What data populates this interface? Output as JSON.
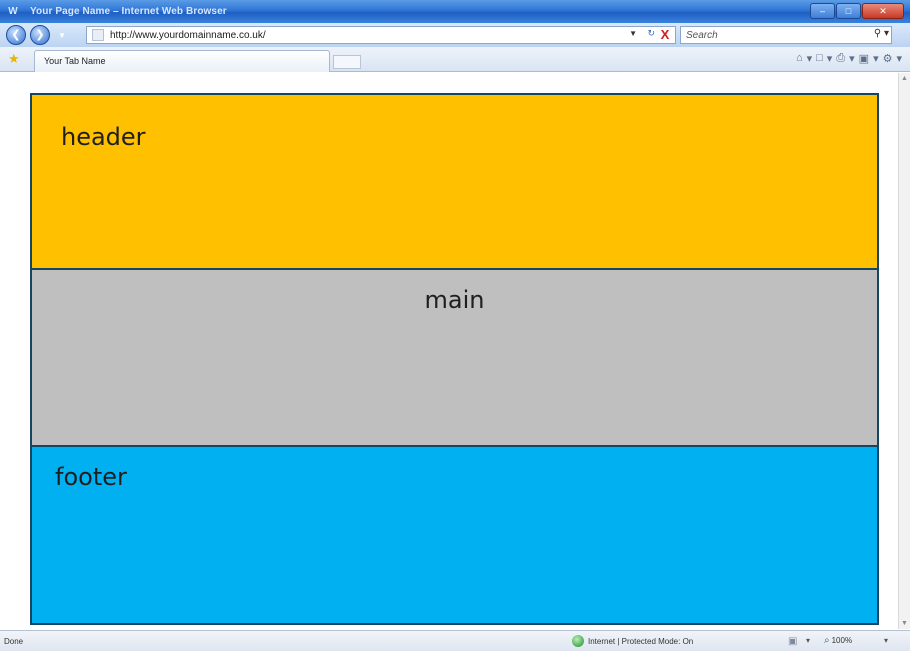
{
  "window": {
    "title": "Your Page Name – Internet Web Browser",
    "app_icon": "W",
    "controls": [
      "–",
      "□",
      "✕"
    ]
  },
  "address": {
    "url": "http://www.yourdomainname.co.uk/",
    "search_placeholder": "Search",
    "back_glyph": "❮",
    "forward_glyph": "❯",
    "history_dropdown": "▼",
    "url_dropdown": "▼",
    "refresh_glyph": "↻",
    "stop_glyph": "X",
    "search_glyph": "⚲ ▾"
  },
  "tabs": {
    "favorites_glyph": "★",
    "active_tab_label": "Your Tab Name",
    "command_icons": [
      "⌂",
      "▾",
      "□",
      "▾",
      "⎙",
      "▾",
      "▣",
      "▾",
      "⚙",
      "▾"
    ]
  },
  "page": {
    "header_label": "header",
    "main_label": "main",
    "footer_label": "footer",
    "colors": {
      "header": "#ffc000",
      "main": "#bfbfbf",
      "footer": "#00b0f0",
      "border": "#17445e"
    }
  },
  "scrollbar": {
    "up": "▲",
    "down": "▼"
  },
  "status": {
    "left_text": "Done",
    "zone_text": "Internet | Protected Mode: On",
    "lock_glyph": "▣",
    "dropdown": "▾",
    "zoom_glyph": "⌕",
    "zoom_level": "100%",
    "zoom_dropdown": "▾"
  }
}
